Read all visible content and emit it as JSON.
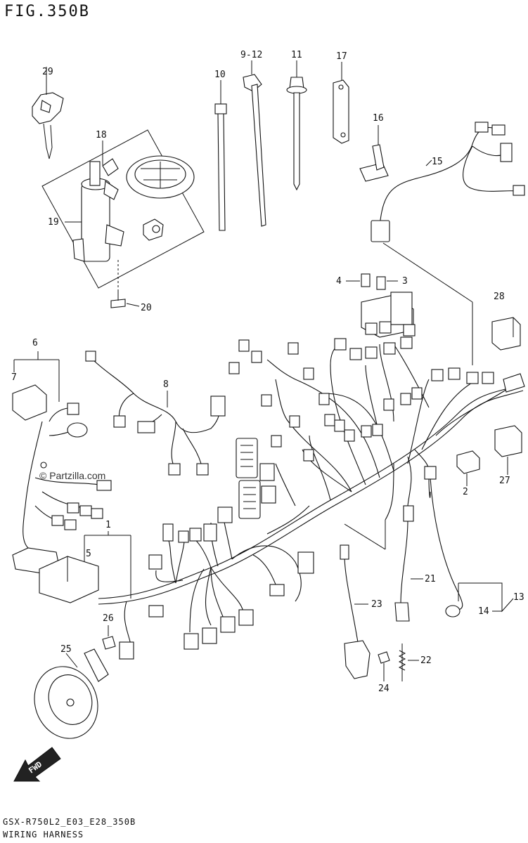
{
  "figure": {
    "title": "FIG.350B",
    "code": "GSX-R750L2_E03_E28_350B",
    "caption": "WIRING HARNESS",
    "watermark": "© Partzilla.com",
    "direction_label": "FWD"
  },
  "callouts": {
    "c1": "1",
    "c2": "2",
    "c3": "3",
    "c4": "4",
    "c5": "5",
    "c6": "6",
    "c7": "7",
    "c8": "8",
    "c9": "9-12",
    "c10": "10",
    "c11": "11",
    "c13": "13",
    "c14": "14",
    "c15": "15",
    "c16": "16",
    "c17": "17",
    "c18": "18",
    "c19": "19",
    "c20": "20",
    "c21": "21",
    "c22": "22",
    "c23": "23",
    "c24": "24",
    "c25": "25",
    "c26": "26",
    "c27": "27",
    "c28": "28",
    "c29": "29"
  }
}
